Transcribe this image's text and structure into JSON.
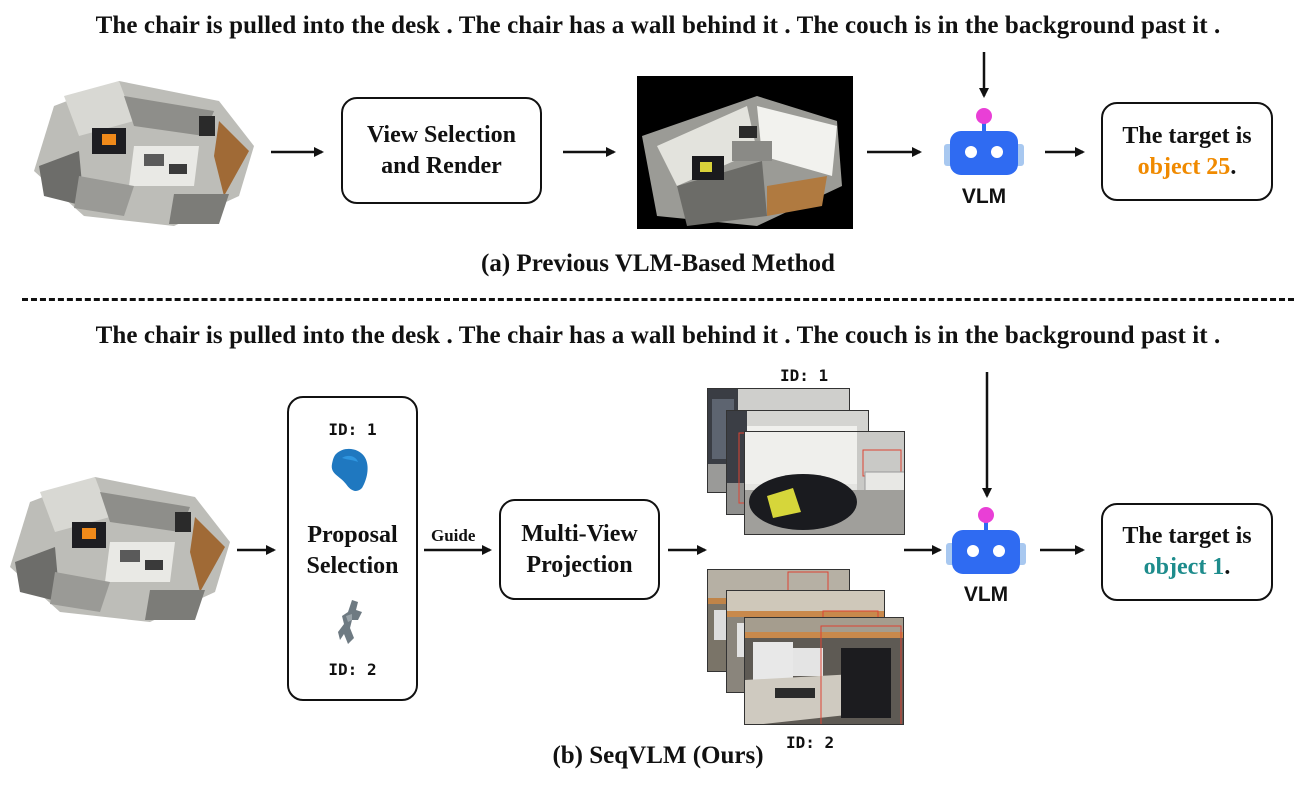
{
  "top": {
    "query": "The chair is pulled into the desk . The chair has a wall behind it . The couch is in the background past it .",
    "view_box_label": "View Selection and Render",
    "vlm_label": "VLM",
    "result_prefix": "The target is ",
    "result_object": "object 25",
    "result_suffix": ".",
    "caption": "(a) Previous VLM-Based Method"
  },
  "bottom": {
    "query": "The chair is pulled into the desk . The chair has a wall behind it . The couch is in the background past it .",
    "proposal_id1": "ID: 1",
    "proposal_id2": "ID: 2",
    "proposal_label": "Proposal Selection",
    "guide_label": "Guide",
    "projection_label": "Multi-View Projection",
    "view_id1": "ID: 1",
    "view_id2": "ID: 2",
    "vlm_label": "VLM",
    "result_prefix": "The target is ",
    "result_object": "object 1",
    "result_suffix": ".",
    "caption": "(b) SeqVLM (Ours)"
  },
  "colors": {
    "object25": "#F08A00",
    "object1": "#1E8C8C",
    "robot_body": "#2F6BF2",
    "robot_antenna": "#E93FD6",
    "robot_ears": "#A8C8F0"
  },
  "icons": [
    "robot-vlm-icon",
    "scene-pointcloud-image",
    "rendered-view-image",
    "object-proposal-image",
    "multi-view-photo-stack"
  ]
}
